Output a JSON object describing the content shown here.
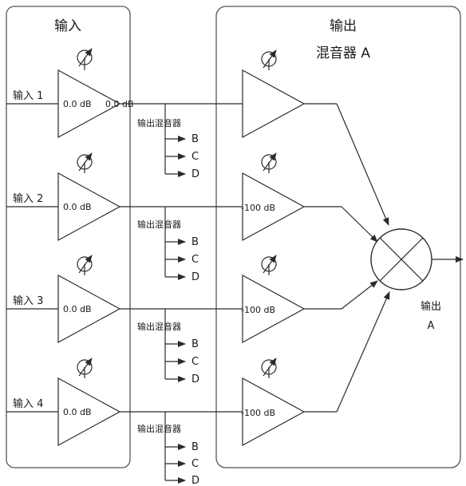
{
  "input_panel": {
    "title": "输入",
    "channels": [
      {
        "label": "输入 1",
        "gain": "0.0 dB"
      },
      {
        "label": "输入 2",
        "gain": "0.0 dB"
      },
      {
        "label": "输入 3",
        "gain": "0.0 dB"
      },
      {
        "label": "输入 4",
        "gain": "0.0 dB"
      }
    ]
  },
  "sends": [
    {
      "title": "输出混音器",
      "targets": [
        "B",
        "C",
        "D"
      ]
    },
    {
      "title": "输出混音器",
      "targets": [
        "B",
        "C",
        "D"
      ]
    },
    {
      "title": "输出混音器",
      "targets": [
        "B",
        "C",
        "D"
      ]
    },
    {
      "title": "输出混音器",
      "targets": [
        "B",
        "C",
        "D"
      ]
    }
  ],
  "overlap_gain": "0.0 dB",
  "mixer_panel": {
    "title_line1": "输出",
    "title_line2": "混音器 A",
    "gains": [
      "",
      "-100 dB",
      "-100 dB",
      "-100 dB"
    ],
    "output_label_line1": "输出",
    "output_label_line2": "A"
  }
}
